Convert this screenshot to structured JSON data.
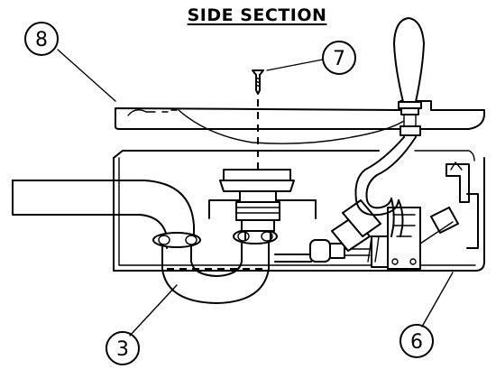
{
  "title": "SIDE SECTION",
  "callouts": [
    {
      "id": "callout-8",
      "label": "8"
    },
    {
      "id": "callout-7",
      "label": "7"
    },
    {
      "id": "callout-3",
      "label": "3"
    },
    {
      "id": "callout-6",
      "label": "6"
    }
  ],
  "colors": {
    "line": "#000000",
    "background": "#ffffff"
  }
}
